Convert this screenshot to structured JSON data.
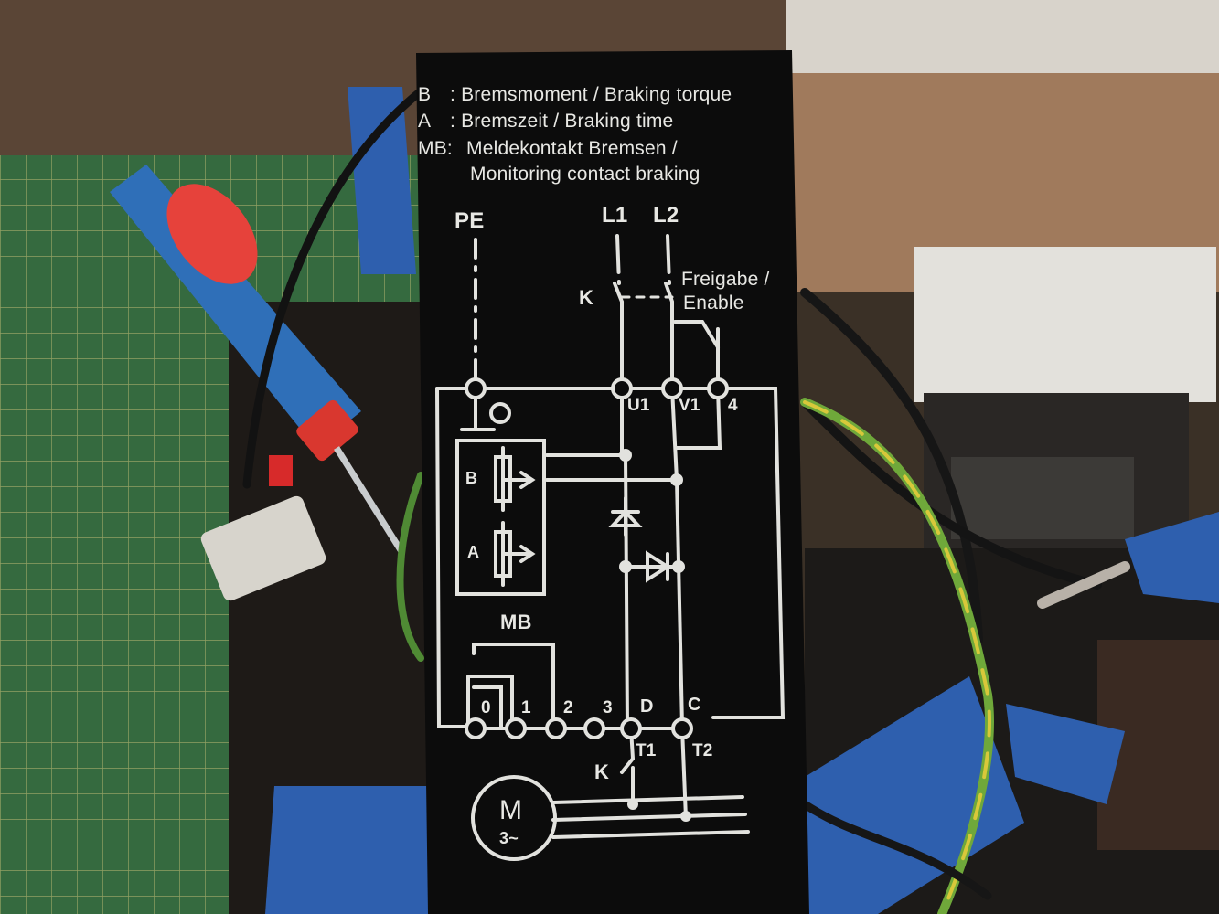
{
  "legend": {
    "b_key": "B",
    "b_text": ": Bremsmoment / Braking torque",
    "a_key": "A",
    "a_text": ": Bremszeit / Braking time",
    "mb_key": "MB:",
    "mb_text_1": "Meldekontakt Bremsen /",
    "mb_text_2": "Monitoring contact braking"
  },
  "diagram": {
    "pe": "PE",
    "l1": "L1",
    "l2": "L2",
    "k_top": "K",
    "enable_1": "Freigabe /",
    "enable_2": "Enable",
    "u1": "U1",
    "v1": "V1",
    "t4": "4",
    "b": "B",
    "a": "A",
    "mb": "MB",
    "t0": "0",
    "t1": "1",
    "t2": "2",
    "t3": "3",
    "td": "D",
    "tc": "C",
    "tt1": "T1",
    "tt2": "T2",
    "k_bottom": "K",
    "motor_m": "M",
    "motor_3": "3~"
  }
}
